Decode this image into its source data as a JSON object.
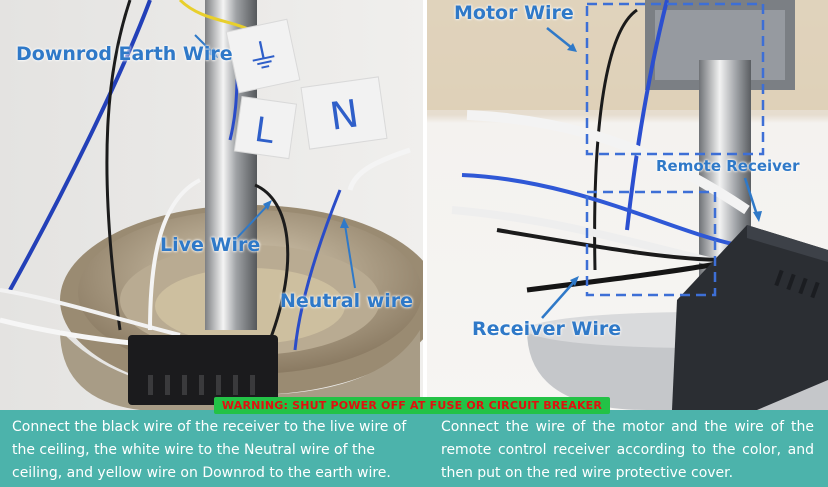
{
  "left_panel": {
    "labels": {
      "downrod_earth": "Downrod Earth Wire",
      "live": "Live Wire",
      "neutral": "Neutral wire"
    },
    "tags": {
      "earth": "⏚",
      "live": "L",
      "neutral": "N"
    },
    "caption": "Connect the black wire of the receiver to the live wire of the ceiling, the white wire to the Neutral wire of the ceiling, and yellow wire on Downrod to the earth wire."
  },
  "right_panel": {
    "labels": {
      "motor": "Motor Wire",
      "remote_receiver": "Remote Receiver",
      "receiver": "Receiver Wire"
    },
    "caption": "Connect the wire of the motor and the wire of the remote control receiver according to the color, and then put on the red wire protective cover."
  },
  "warning": "WARNING: SHUT POWER OFF AT FUSE OR CIRCUIT BREAKER",
  "colors": {
    "label_blue": "#2f79c8",
    "caption_teal": "#4cb3ab",
    "warning_green": "#23c246",
    "warning_red": "#e0110f"
  }
}
